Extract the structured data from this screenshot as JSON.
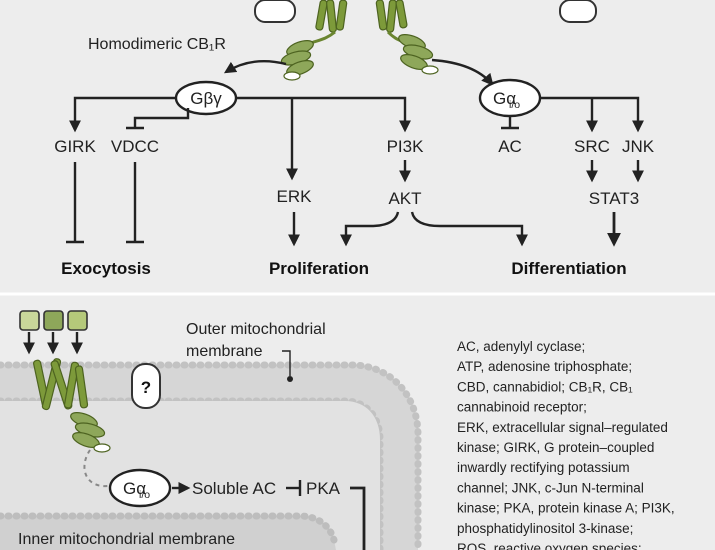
{
  "labels": {
    "homodimer": "Homodimeric CB₁R",
    "gbg": "Gβγ",
    "gai_top": "Gα",
    "gai_sub": "i/o",
    "girk": "GIRK",
    "vdcc": "VDCC",
    "erk": "ERK",
    "pi3k": "PI3K",
    "akt": "AKT",
    "ac": "AC",
    "src": "SRC",
    "jnk": "JNK",
    "stat3": "STAT3",
    "exocytosis": "Exocytosis",
    "proliferation": "Proliferation",
    "differentiation": "Differentiation",
    "outer_membrane_1": "Outer mitochondrial",
    "outer_membrane_2": "membrane",
    "question": "?",
    "gai_mito": "Gα",
    "gai_mito_sub": "i/o",
    "soluble_ac": "Soluble AC",
    "pka": "PKA",
    "inner_membrane": "Inner mitochondrial membrane"
  },
  "glossary": [
    "AC, adenylyl cyclase;",
    "ATP, adenosine triphosphate;",
    "CBD, cannabidiol; CB₁R, CB₁",
    "cannabinoid receptor;",
    "ERK, extracellular signal–regulated",
    "kinase; GIRK, G protein–coupled",
    "inwardly rectifying potassium",
    "channel; JNK, c-Jun N-terminal",
    "kinase; PKA, protein kinase A; PI3K,",
    "phosphatidylinositol 3-kinase;",
    "ROS, reactive oxygen species;"
  ],
  "colors": {
    "receptor": "#7d9a3a",
    "receptor_dark": "#4d6320",
    "ligand_light": "#c9d79a",
    "ligand_mid": "#8ea75a",
    "membrane": "#d6d6d6",
    "background": "#ededed"
  }
}
